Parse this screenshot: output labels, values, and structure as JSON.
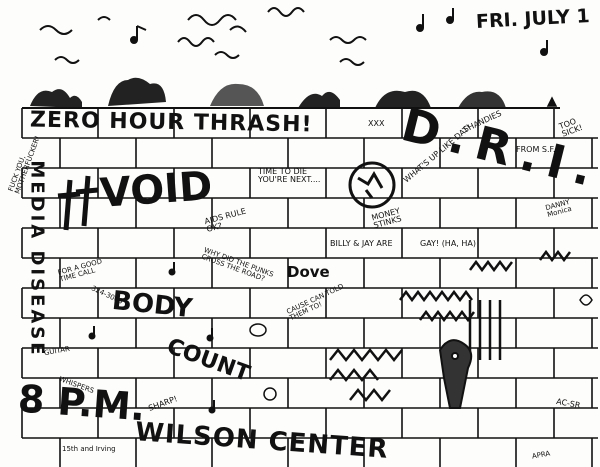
{
  "flyer": {
    "date": "FRI. JULY 1",
    "headline": "ZERO HOUR THRASH!",
    "bands": {
      "void": "VOID",
      "dri": "D.R.I.",
      "body": "BODY",
      "count": "COUNT",
      "media": "MEDIA DISEASE"
    },
    "time": "8 P.M.",
    "venue": "WILSON CENTER",
    "graffiti": {
      "xxx": "XXX",
      "whats_up": "WHAT'S UP LIKE DAT!",
      "shandies": "SHANDIES",
      "too_sick": "TOO SICK!",
      "from_sf": "FROM S.F.",
      "time_to_die": "TIME TO DIE YOU'RE NEXT....",
      "aids": "AIDS RULE OK?",
      "money": "MONEY STINKS",
      "danny": "DANNY Monica",
      "billy": "BILLY & JAY ARE",
      "gay": "GAY! (HA, HA)",
      "dove": "Dove",
      "why_punks": "WHY DID THE PUNKS CROSS THE ROAD?",
      "cause": "CAUSE CAN TOLD THEM TO!",
      "for_a_good": "FOR A GOOD TIME CALL",
      "phone": "324-3000",
      "fuck_you": "FUCK YOU, MOTHERFUCKER!",
      "guitar": "GUITAR",
      "whispers": "WHISPERS",
      "sharp": "SHARP!",
      "address": "15th and Irving",
      "acsr": "AC-SR",
      "apra": "APRA"
    }
  }
}
